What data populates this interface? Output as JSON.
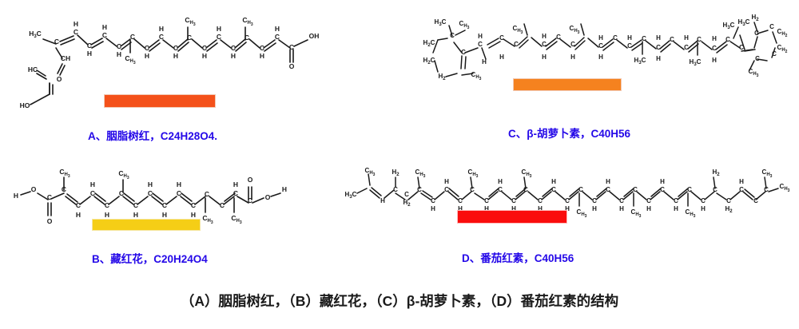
{
  "figure": {
    "background": "#ffffff",
    "caption": "（A）胭脂树红，（B）藏红花，（C）β-胡萝卜素，（D）番茄红素的结构",
    "label_color": "#2408e8",
    "caption_color": "#1a1a1a"
  },
  "panels": [
    {
      "id": "A",
      "label": "A、胭脂树红，C24H28O4.",
      "compound_name": "胭脂树红",
      "formula": "C24H28O4",
      "bar_color": "#f4511a",
      "bar_label": "orange-color-swatch",
      "atom_labels": [
        "H3C",
        "CH",
        "HC",
        "HO",
        "O",
        "CH3",
        "H",
        "C",
        "OH"
      ]
    },
    {
      "id": "B",
      "label": "B、藏红花，C20H24O4",
      "compound_name": "藏红花",
      "formula": "C20H24O4",
      "bar_color": "#f5ce16",
      "bar_label": "yellow-color-swatch",
      "atom_labels": [
        "H",
        "O",
        "C",
        "CH3",
        "H",
        "O",
        "H"
      ]
    },
    {
      "id": "C",
      "label": "C、β-胡萝卜素，C40H56",
      "compound_name": "β-胡萝卜素",
      "formula": "C40H56",
      "bar_color": "#f5821f",
      "bar_label": "orange-color-swatch",
      "atom_labels": [
        "H3C",
        "CH3",
        "H2C",
        "H2",
        "C",
        "H",
        "CH2"
      ]
    },
    {
      "id": "D",
      "label": "D、番茄红素，C40H56",
      "compound_name": "番茄红素",
      "formula": "C40H56",
      "bar_color": "#fa0d0d",
      "bar_label": "red-color-swatch",
      "atom_labels": [
        "H3C",
        "CH3",
        "H2",
        "C",
        "H"
      ]
    }
  ]
}
